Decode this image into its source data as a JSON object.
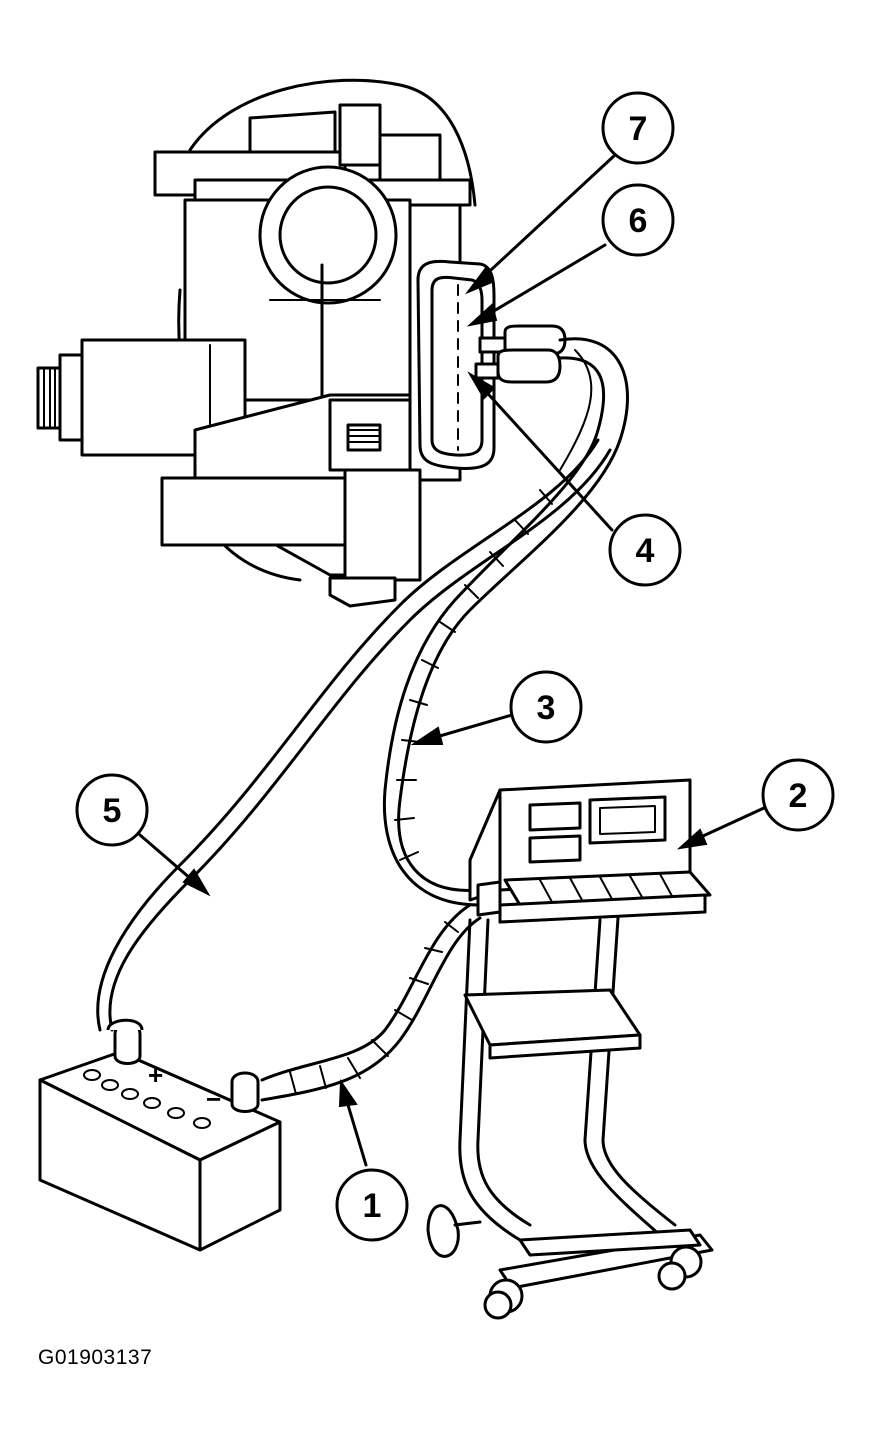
{
  "callouts": [
    {
      "id": "1",
      "label": "1"
    },
    {
      "id": "2",
      "label": "2"
    },
    {
      "id": "3",
      "label": "3"
    },
    {
      "id": "4",
      "label": "4"
    },
    {
      "id": "5",
      "label": "5"
    },
    {
      "id": "6",
      "label": "6"
    },
    {
      "id": "7",
      "label": "7"
    }
  ],
  "battery": {
    "plus_sign": "+",
    "minus_sign": "−"
  },
  "figure_id": "G01903137"
}
